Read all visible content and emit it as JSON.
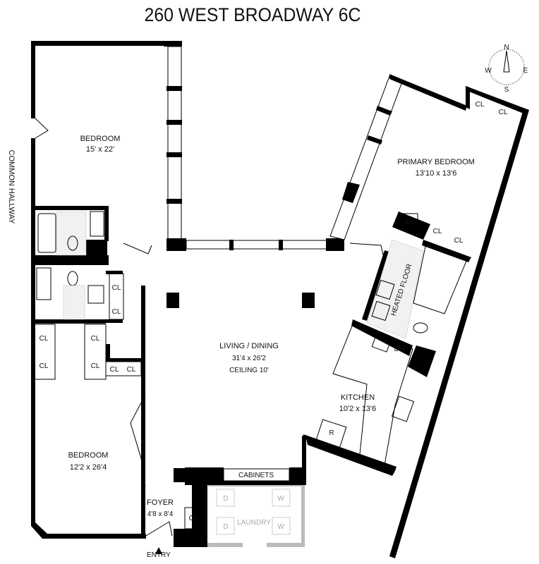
{
  "title": "260 WEST BROADWAY 6C",
  "compass": {
    "n": "N",
    "s": "S",
    "e": "E",
    "w": "W"
  },
  "rooms": {
    "bedroom1": {
      "name": "BEDROOM",
      "size": "15' x 22'"
    },
    "primary_bedroom": {
      "name": "PRIMARY BEDROOM",
      "size": "13'10 x 13'6"
    },
    "living_dining": {
      "name": "LIVING / DINING",
      "size": "31'4 x 26'2",
      "ceiling": "CEILING 10'"
    },
    "kitchen": {
      "name": "KITCHEN",
      "size": "10'2 x 13'6"
    },
    "bedroom2": {
      "name": "BEDROOM",
      "size": "12'2 x 26'4"
    },
    "foyer": {
      "name": "FOYER",
      "size": "4'8 x 8'4"
    },
    "laundry": {
      "name": "LAUNDRY"
    }
  },
  "labels": {
    "common_hallway": "COMMON HALLWAY",
    "heated_floor": "HEATED FLOOR",
    "cabinets": "CABINETS",
    "entry": "ENTRY",
    "closet": "CL",
    "ac": "AC",
    "dishwasher": "DW",
    "refrigerator": "R",
    "dryer": "D",
    "washer": "W"
  }
}
